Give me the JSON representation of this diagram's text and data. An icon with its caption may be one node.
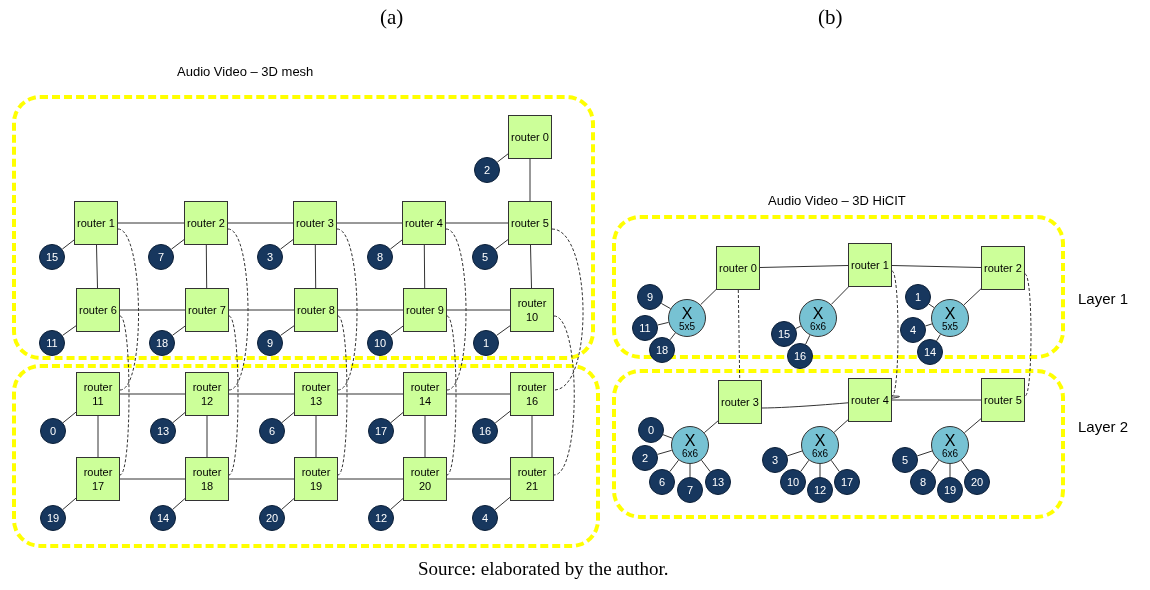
{
  "diagram": {
    "caption": "Source: elaborated by the author.",
    "labels": [
      "(a)",
      "(b)"
    ],
    "nodes": [
      {
        "text": [
          "Audio Video – 3D mesh"
        ]
      },
      {
        "text": [
          "router 0"
        ],
        "in": 0
      },
      {
        "text": [
          "2"
        ],
        "in": 0
      },
      {
        "text": [
          "router 1"
        ],
        "in": 0
      },
      {
        "text": [
          "router 2"
        ],
        "in": 0
      },
      {
        "text": [
          "router 3"
        ],
        "in": 0
      },
      {
        "text": [
          "router 4"
        ],
        "in": 0
      },
      {
        "text": [
          "router 5"
        ],
        "in": 0
      },
      {
        "text": [
          "15"
        ],
        "in": 0
      },
      {
        "text": [
          "7"
        ],
        "in": 0
      },
      {
        "text": [
          "3"
        ],
        "in": 0
      },
      {
        "text": [
          "8"
        ],
        "in": 0
      },
      {
        "text": [
          "5"
        ],
        "in": 0
      },
      {
        "text": [
          "router 6"
        ],
        "in": 0
      },
      {
        "text": [
          "router 7"
        ],
        "in": 0
      },
      {
        "text": [
          "router 8"
        ],
        "in": 0
      },
      {
        "text": [
          "router 9"
        ],
        "in": 0
      },
      {
        "text": [
          "router 10"
        ],
        "in": 0
      },
      {
        "text": [
          "11"
        ],
        "in": 0
      },
      {
        "text": [
          "18"
        ],
        "in": 0
      },
      {
        "text": [
          "9"
        ],
        "in": 0
      },
      {
        "text": [
          "10"
        ],
        "in": 0
      },
      {
        "text": [
          "1"
        ],
        "in": 0
      },
      {
        "text": [],
        "shape": "box"
      },
      {
        "text": [
          "router 11"
        ],
        "in": 23
      },
      {
        "text": [
          "router 12"
        ],
        "in": 23
      },
      {
        "text": [
          "router 13"
        ],
        "in": 23
      },
      {
        "text": [
          "router 14"
        ],
        "in": 23
      },
      {
        "text": [
          "router 16"
        ],
        "in": 23
      },
      {
        "text": [
          "0"
        ],
        "in": 23
      },
      {
        "text": [
          "13"
        ],
        "in": 23
      },
      {
        "text": [
          "6"
        ],
        "in": 23
      },
      {
        "text": [
          "17"
        ],
        "in": 23
      },
      {
        "text": [
          "16"
        ],
        "in": 23
      },
      {
        "text": [
          "router 17"
        ],
        "in": 23
      },
      {
        "text": [
          "router 18"
        ],
        "in": 23
      },
      {
        "text": [
          "router 19"
        ],
        "in": 23
      },
      {
        "text": [
          "router 20"
        ],
        "in": 23
      },
      {
        "text": [
          "router 21"
        ],
        "in": 23
      },
      {
        "text": [
          "19"
        ],
        "in": 23
      },
      {
        "text": [
          "14"
        ],
        "in": 23
      },
      {
        "text": [
          "20"
        ],
        "in": 23
      },
      {
        "text": [
          "12"
        ],
        "in": 23
      },
      {
        "text": [
          "4"
        ],
        "in": 23
      },
      {
        "text": [
          "Audio Video – 3D HiCIT",
          "Layer 1"
        ]
      },
      {
        "text": [
          "router 0"
        ],
        "in": 44
      },
      {
        "text": [
          "router 1"
        ],
        "in": 44
      },
      {
        "text": [
          "router 2"
        ],
        "in": 44
      },
      {
        "text": [
          "9"
        ],
        "in": 44
      },
      {
        "text": [
          "X",
          "5x5"
        ],
        "in": 44
      },
      {
        "text": [
          "1"
        ],
        "in": 44
      },
      {
        "text": [
          "X",
          "6x6"
        ],
        "in": 44
      },
      {
        "text": [
          "X",
          "5x5"
        ],
        "in": 44
      },
      {
        "text": [
          "11"
        ],
        "in": 44
      },
      {
        "text": [
          "15"
        ],
        "in": 44
      },
      {
        "text": [
          "4"
        ],
        "in": 44
      },
      {
        "text": [
          "18"
        ],
        "in": 44
      },
      {
        "text": [
          "16"
        ],
        "in": 44
      },
      {
        "text": [
          "14"
        ],
        "in": 44
      },
      {
        "text": [
          "Layer 2"
        ]
      },
      {
        "text": [
          "router 3"
        ],
        "in": 59
      },
      {
        "text": [
          "router 4"
        ],
        "in": 59
      },
      {
        "text": [
          "router 5"
        ],
        "in": 59
      },
      {
        "text": [
          "0"
        ],
        "in": 59
      },
      {
        "text": [
          "X",
          "6x6"
        ],
        "in": 59
      },
      {
        "text": [
          "2"
        ],
        "in": 59
      },
      {
        "text": [
          "3"
        ],
        "in": 59
      },
      {
        "text": [
          "X",
          "6x6"
        ],
        "in": 59
      },
      {
        "text": [
          "5"
        ],
        "in": 59
      },
      {
        "text": [
          "X",
          "6x6"
        ],
        "in": 59
      },
      {
        "text": [
          "6"
        ],
        "in": 59
      },
      {
        "text": [
          "7"
        ],
        "in": 59
      },
      {
        "text": [
          "13"
        ],
        "in": 59
      },
      {
        "text": [
          "10"
        ],
        "in": 59
      },
      {
        "text": [
          "12"
        ],
        "in": 59
      },
      {
        "text": [
          "17"
        ],
        "in": 59
      },
      {
        "text": [
          "8"
        ],
        "in": 59
      },
      {
        "text": [
          "19"
        ],
        "in": 59
      },
      {
        "text": [
          "20"
        ],
        "in": 59
      }
    ],
    "edges": [
      {
        "from": 1,
        "to": 7,
        "arrow": "none"
      },
      {
        "from": 1,
        "to": 2,
        "arrow": "none"
      },
      {
        "from": 3,
        "to": 4,
        "arrow": "none"
      },
      {
        "from": 4,
        "to": 5,
        "arrow": "none"
      },
      {
        "from": 5,
        "to": 6,
        "arrow": "none"
      },
      {
        "from": 6,
        "to": 7,
        "arrow": "none"
      },
      {
        "from": 3,
        "to": 8,
        "arrow": "none"
      },
      {
        "from": 4,
        "to": 9,
        "arrow": "none"
      },
      {
        "from": 5,
        "to": 10,
        "arrow": "none"
      },
      {
        "from": 6,
        "to": 11,
        "arrow": "none"
      },
      {
        "from": 7,
        "to": 12,
        "arrow": "none"
      },
      {
        "from": 3,
        "to": 13,
        "arrow": "none"
      },
      {
        "from": 4,
        "to": 14,
        "arrow": "none"
      },
      {
        "from": 5,
        "to": 15,
        "arrow": "none"
      },
      {
        "from": 6,
        "to": 16,
        "arrow": "none"
      },
      {
        "from": 7,
        "to": 17,
        "arrow": "none"
      },
      {
        "from": 13,
        "to": 14,
        "arrow": "none"
      },
      {
        "from": 14,
        "to": 15,
        "arrow": "none"
      },
      {
        "from": 15,
        "to": 16,
        "arrow": "none"
      },
      {
        "from": 16,
        "to": 17,
        "arrow": "none"
      },
      {
        "from": 13,
        "to": 18,
        "arrow": "none"
      },
      {
        "from": 14,
        "to": 19,
        "arrow": "none"
      },
      {
        "from": 15,
        "to": 20,
        "arrow": "none"
      },
      {
        "from": 16,
        "to": 21,
        "arrow": "none"
      },
      {
        "from": 17,
        "to": 22,
        "arrow": "none"
      },
      {
        "from": 3,
        "to": 24,
        "arrow": "none",
        "style": "dashed"
      },
      {
        "from": 4,
        "to": 25,
        "arrow": "none",
        "style": "dashed"
      },
      {
        "from": 5,
        "to": 26,
        "arrow": "none",
        "style": "dashed"
      },
      {
        "from": 6,
        "to": 27,
        "arrow": "none",
        "style": "dashed"
      },
      {
        "from": 7,
        "to": 28,
        "arrow": "none",
        "style": "dashed"
      },
      {
        "from": 13,
        "to": 34,
        "arrow": "none",
        "style": "dashed"
      },
      {
        "from": 14,
        "to": 35,
        "arrow": "none",
        "style": "dashed"
      },
      {
        "from": 15,
        "to": 36,
        "arrow": "none",
        "style": "dashed"
      },
      {
        "from": 16,
        "to": 37,
        "arrow": "none",
        "style": "dashed"
      },
      {
        "from": 17,
        "to": 38,
        "arrow": "none",
        "style": "dashed"
      },
      {
        "from": 24,
        "to": 25,
        "arrow": "none"
      },
      {
        "from": 25,
        "to": 26,
        "arrow": "none"
      },
      {
        "from": 26,
        "to": 27,
        "arrow": "none"
      },
      {
        "from": 27,
        "to": 28,
        "arrow": "none"
      },
      {
        "from": 24,
        "to": 29,
        "arrow": "none"
      },
      {
        "from": 25,
        "to": 30,
        "arrow": "none"
      },
      {
        "from": 26,
        "to": 31,
        "arrow": "none"
      },
      {
        "from": 27,
        "to": 32,
        "arrow": "none"
      },
      {
        "from": 28,
        "to": 33,
        "arrow": "none"
      },
      {
        "from": 24,
        "to": 34,
        "arrow": "none"
      },
      {
        "from": 25,
        "to": 35,
        "arrow": "none"
      },
      {
        "from": 26,
        "to": 36,
        "arrow": "none"
      },
      {
        "from": 27,
        "to": 37,
        "arrow": "none"
      },
      {
        "from": 28,
        "to": 38,
        "arrow": "none"
      },
      {
        "from": 34,
        "to": 35,
        "arrow": "none"
      },
      {
        "from": 35,
        "to": 36,
        "arrow": "none"
      },
      {
        "from": 36,
        "to": 37,
        "arrow": "none"
      },
      {
        "from": 37,
        "to": 38,
        "arrow": "none"
      },
      {
        "from": 34,
        "to": 39,
        "arrow": "none"
      },
      {
        "from": 35,
        "to": 40,
        "arrow": "none"
      },
      {
        "from": 36,
        "to": 41,
        "arrow": "none"
      },
      {
        "from": 37,
        "to": 42,
        "arrow": "none"
      },
      {
        "from": 38,
        "to": 43,
        "arrow": "none"
      },
      {
        "from": 45,
        "to": 46,
        "arrow": "none"
      },
      {
        "from": 46,
        "to": 47,
        "arrow": "none"
      },
      {
        "from": 45,
        "to": 49,
        "arrow": "none"
      },
      {
        "from": 46,
        "to": 51,
        "arrow": "none"
      },
      {
        "from": 47,
        "to": 52,
        "arrow": "none"
      },
      {
        "from": 49,
        "to": 48,
        "arrow": "none"
      },
      {
        "from": 49,
        "to": 53,
        "arrow": "none"
      },
      {
        "from": 49,
        "to": 56,
        "arrow": "none"
      },
      {
        "from": 51,
        "to": 54,
        "arrow": "none"
      },
      {
        "from": 51,
        "to": 57,
        "arrow": "none"
      },
      {
        "from": 52,
        "to": 50,
        "arrow": "none"
      },
      {
        "from": 52,
        "to": 55,
        "arrow": "none"
      },
      {
        "from": 52,
        "to": 58,
        "arrow": "none"
      },
      {
        "from": 45,
        "to": 60,
        "arrow": "none",
        "style": "dashed"
      },
      {
        "from": 46,
        "to": 61,
        "arrow": "none",
        "style": "dashed"
      },
      {
        "from": 47,
        "to": 62,
        "arrow": "none",
        "style": "dashed"
      },
      {
        "from": 60,
        "to": 61,
        "arrow": "none"
      },
      {
        "from": 61,
        "to": 62,
        "arrow": "none"
      },
      {
        "from": 60,
        "to": 64,
        "arrow": "none"
      },
      {
        "from": 61,
        "to": 67,
        "arrow": "none"
      },
      {
        "from": 62,
        "to": 69,
        "arrow": "none"
      },
      {
        "from": 64,
        "to": 63,
        "arrow": "none"
      },
      {
        "from": 64,
        "to": 65,
        "arrow": "none"
      },
      {
        "from": 64,
        "to": 70,
        "arrow": "none"
      },
      {
        "from": 64,
        "to": 71,
        "arrow": "none"
      },
      {
        "from": 64,
        "to": 72,
        "arrow": "none"
      },
      {
        "from": 67,
        "to": 66,
        "arrow": "none"
      },
      {
        "from": 67,
        "to": 73,
        "arrow": "none"
      },
      {
        "from": 67,
        "to": 74,
        "arrow": "none"
      },
      {
        "from": 67,
        "to": 75,
        "arrow": "none"
      },
      {
        "from": 69,
        "to": 68,
        "arrow": "none"
      },
      {
        "from": 69,
        "to": 76,
        "arrow": "none"
      },
      {
        "from": 69,
        "to": 77,
        "arrow": "none"
      },
      {
        "from": 69,
        "to": 78,
        "arrow": "none"
      }
    ]
  }
}
